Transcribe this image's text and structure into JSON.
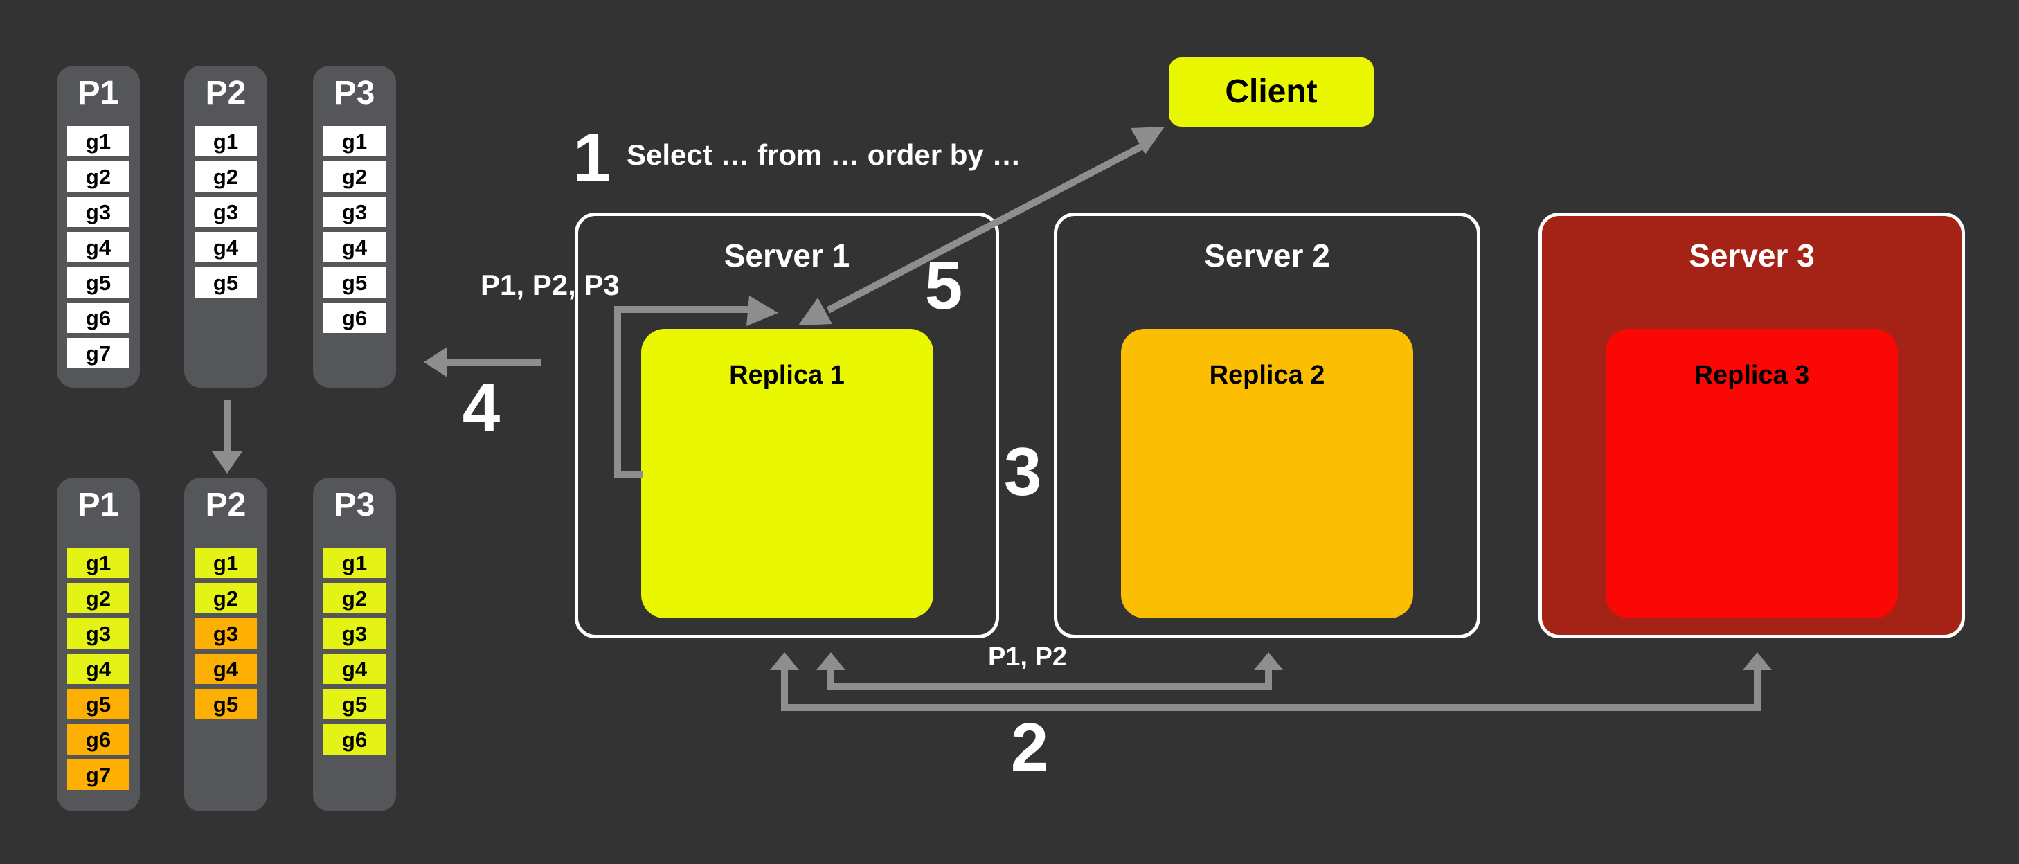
{
  "colors": {
    "background": "#333333",
    "panel_gray": "#55565A",
    "arrow_gray": "#8E8E8E",
    "bright_yellow": "#E9F801",
    "cell_yellow": "#E4F215",
    "orange_cell": "#FDAF02",
    "replica2_orange": "#FCBE03",
    "replica3_red": "#FB0806",
    "server3_dark_red": "#A52217"
  },
  "partitions": {
    "top": [
      {
        "title": "P1",
        "cells": [
          {
            "label": "g1",
            "tone": "white"
          },
          {
            "label": "g2",
            "tone": "white"
          },
          {
            "label": "g3",
            "tone": "white"
          },
          {
            "label": "g4",
            "tone": "white"
          },
          {
            "label": "g5",
            "tone": "white"
          },
          {
            "label": "g6",
            "tone": "white"
          },
          {
            "label": "g7",
            "tone": "white"
          }
        ]
      },
      {
        "title": "P2",
        "cells": [
          {
            "label": "g1",
            "tone": "white"
          },
          {
            "label": "g2",
            "tone": "white"
          },
          {
            "label": "g3",
            "tone": "white"
          },
          {
            "label": "g4",
            "tone": "white"
          },
          {
            "label": "g5",
            "tone": "white"
          }
        ]
      },
      {
        "title": "P3",
        "cells": [
          {
            "label": "g1",
            "tone": "white"
          },
          {
            "label": "g2",
            "tone": "white"
          },
          {
            "label": "g3",
            "tone": "white"
          },
          {
            "label": "g4",
            "tone": "white"
          },
          {
            "label": "g5",
            "tone": "white"
          },
          {
            "label": "g6",
            "tone": "white"
          }
        ]
      }
    ],
    "bottom": [
      {
        "title": "P1",
        "cells": [
          {
            "label": "g1",
            "tone": "yellow"
          },
          {
            "label": "g2",
            "tone": "yellow"
          },
          {
            "label": "g3",
            "tone": "yellow"
          },
          {
            "label": "g4",
            "tone": "yellow"
          },
          {
            "label": "g5",
            "tone": "orange"
          },
          {
            "label": "g6",
            "tone": "orange"
          },
          {
            "label": "g7",
            "tone": "orange"
          }
        ]
      },
      {
        "title": "P2",
        "cells": [
          {
            "label": "g1",
            "tone": "yellow"
          },
          {
            "label": "g2",
            "tone": "yellow"
          },
          {
            "label": "g3",
            "tone": "orange"
          },
          {
            "label": "g4",
            "tone": "orange"
          },
          {
            "label": "g5",
            "tone": "orange"
          }
        ]
      },
      {
        "title": "P3",
        "cells": [
          {
            "label": "g1",
            "tone": "yellow"
          },
          {
            "label": "g2",
            "tone": "yellow"
          },
          {
            "label": "g3",
            "tone": "yellow"
          },
          {
            "label": "g4",
            "tone": "yellow"
          },
          {
            "label": "g5",
            "tone": "yellow"
          },
          {
            "label": "g6",
            "tone": "yellow"
          }
        ]
      }
    ]
  },
  "client": {
    "label": "Client"
  },
  "servers": [
    {
      "title": "Server 1",
      "replica_label": "Replica 1"
    },
    {
      "title": "Server 2",
      "replica_label": "Replica 2"
    },
    {
      "title": "Server 3",
      "replica_label": "Replica 3"
    }
  ],
  "steps": {
    "1": {
      "number": "1",
      "label": "Select … from … order by …"
    },
    "2": {
      "number": "2",
      "label": "P1, P2"
    },
    "3": {
      "number": "3"
    },
    "4": {
      "number": "4"
    },
    "5": {
      "number": "5"
    }
  },
  "labels": {
    "loop_partitions": "P1, P2, P3"
  }
}
